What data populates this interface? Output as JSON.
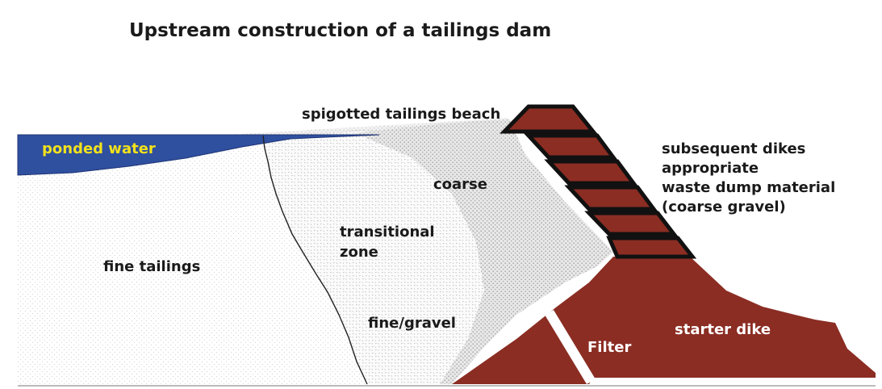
{
  "title": "Upstream construction of a tailings dam",
  "labels": {
    "beach": "spigotted tailings beach",
    "ponded_water": "ponded water",
    "coarse": "coarse",
    "transitional_1": "transitional",
    "transitional_2": "zone",
    "fine_tailings": "fine tailings",
    "fine_gravel": "fine/gravel",
    "filter": "Filter",
    "starter_dike": "starter dike",
    "subsequent_1": "subsequent dikes",
    "subsequent_2": "appropriate",
    "subsequent_3": "waste dump material",
    "subsequent_4": "(coarse gravel)"
  },
  "colors": {
    "water": "#2f4f9f",
    "dike": "#8b2d23",
    "ponded_text": "#f2e21b",
    "dark_text": "#1a1a1a",
    "light_text": "#ffffff"
  }
}
